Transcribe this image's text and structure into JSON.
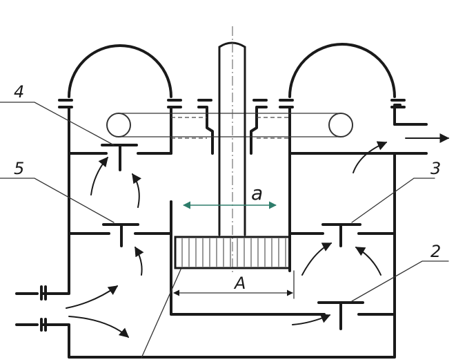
{
  "labels": {
    "part_2": "2",
    "part_3": "3",
    "part_4": "4",
    "part_5": "5",
    "dim_a": "a",
    "dim_A": "A"
  },
  "colors": {
    "ink": "#1a1a1a",
    "dimension_a": "#2e7d6b"
  }
}
